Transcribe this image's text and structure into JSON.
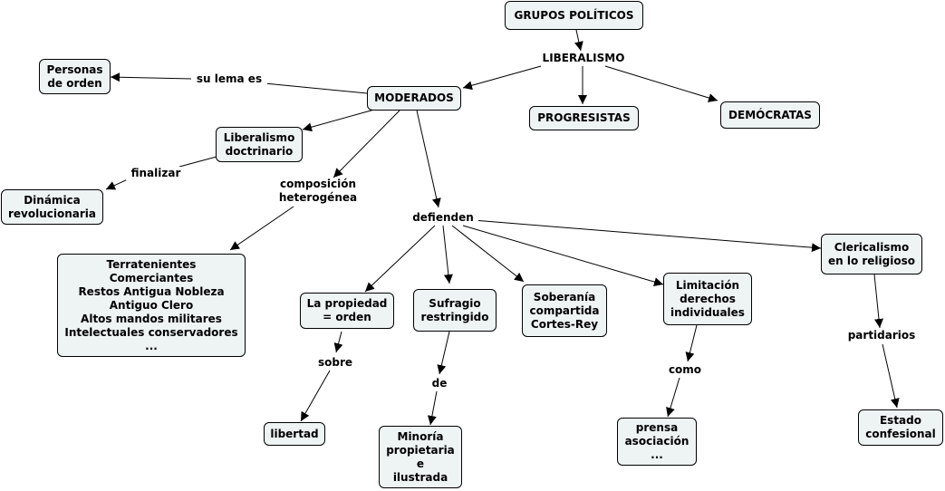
{
  "concepts": {
    "grupos": "GRUPOS POLÍTICOS",
    "liberalismo": "LIBERALISMO",
    "moderados": "MODERADOS",
    "progresistas": "PROGRESISTAS",
    "democratas": "DEMÓCRATAS",
    "personas": "Personas\nde orden",
    "doctrinario": "Liberalismo\ndoctrinario",
    "dinamica": "Dinámica\nrevolucionaria",
    "grupos_sociales": "Terratenientes\nComerciantes\nRestos Antigua Nobleza\nAntiguo Clero\nAltos mandos militares\nIntelectuales conservadores\n...",
    "propiedad": "La propiedad\n= orden",
    "sufragio": "Sufragio\nrestringido",
    "soberania": "Soberanía\ncompartida\nCortes-Rey",
    "limitacion": "Limitación\nderechos\nindividuales",
    "clericalismo": "Clericalismo\nen lo religioso",
    "libertad": "libertad",
    "minoria": "Minoría\npropietaria\ne\nilustrada",
    "prensa": "prensa\nasociación\n...",
    "estado": "Estado\nconfesional"
  },
  "links": {
    "su_lema": "su lema es",
    "finalizar": "finalizar",
    "composicion": "composición\nheterogénea",
    "defienden": "defienden",
    "sobre": "sobre",
    "de": "de",
    "como": "como",
    "partidarios": "partidarios"
  }
}
